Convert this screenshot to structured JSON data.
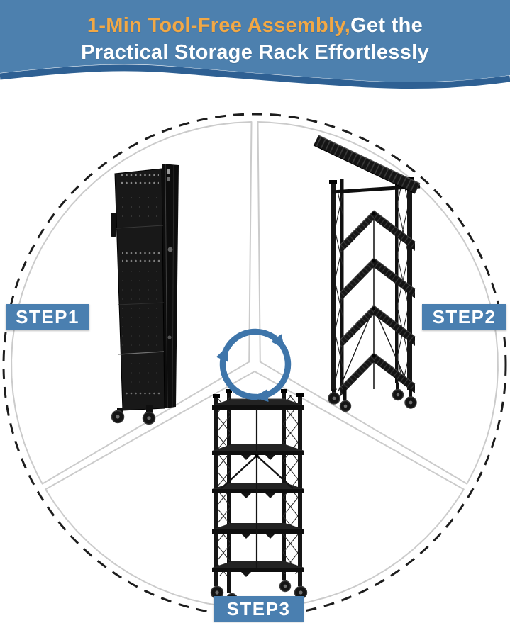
{
  "header": {
    "line1_accent": "1-Min Tool-Free Assembly,",
    "line1_rest": "Get the",
    "line2": "Practical Storage Rack Effortlessly"
  },
  "steps": [
    {
      "label": "STEP1",
      "illustration": "folded-rack"
    },
    {
      "label": "STEP2",
      "illustration": "half-unfolded-rack"
    },
    {
      "label": "STEP3",
      "illustration": "assembled-rack"
    }
  ],
  "center_icon": "circular-rotation-arrows-icon",
  "colors": {
    "header-bg": "#4d80ae",
    "header-stripe": "#2e6093",
    "accent-orange": "#f2a845",
    "badge-bg": "#4a7fb0",
    "arrow-blue": "#3e75aa",
    "dash-color": "#1d1d1d",
    "sector-line": "#cbcbcb",
    "rack-black": "#171717"
  }
}
